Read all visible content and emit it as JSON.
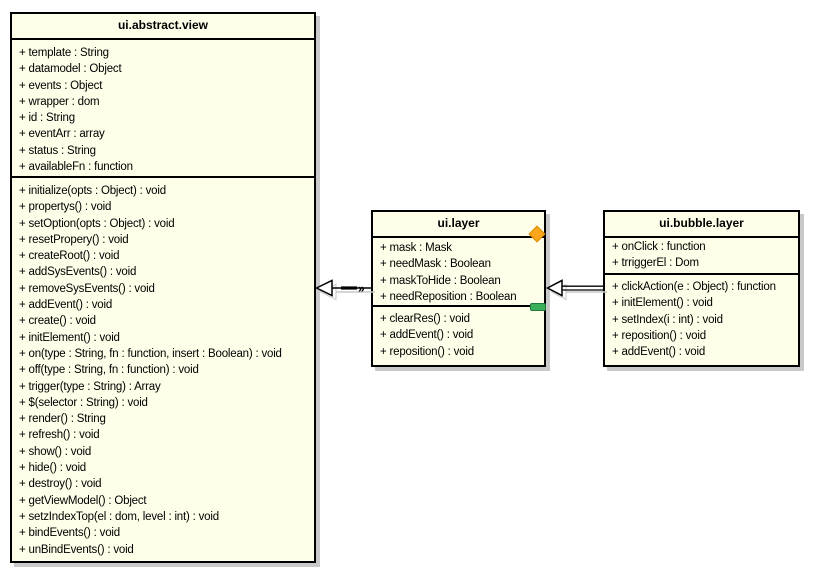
{
  "diagram": {
    "type": "uml-class-diagram",
    "colors": {
      "box_fill": "#fefee9",
      "box_border": "#000000",
      "shadow": "#c9c9c9",
      "diamond_marker": "#faa61a",
      "pill_marker": "#3bae5a",
      "text": "#000000"
    },
    "classes": [
      {
        "name": "ui.abstract.view",
        "attributes": [
          "+ template : String",
          "+ datamodel : Object",
          "+ events : Object",
          "+ wrapper : dom",
          "+ id : String",
          "+ eventArr : array",
          "+ status : String",
          "+ availableFn : function"
        ],
        "methods": [
          "+ initialize(opts : Object) : void",
          "+ propertys() : void",
          "+ setOption(opts : Object) : void",
          "+ resetPropery() : void",
          "+ createRoot() : void",
          "+ addSysEvents() : void",
          "+ removeSysEvents() : void",
          "+ addEvent() : void",
          "+ create() : void",
          "+ initElement() : void",
          "+ on(type : String, fn : function, insert : Boolean) : void",
          "+ off(type : String, fn : function) : void",
          "+ trigger(type : String) : Array",
          "+ $(selector : String) : void",
          "+ render() : String",
          "+ refresh() : void",
          "+ show() : void",
          "+ hide() : void",
          "+ destroy() : void",
          "+ getViewModel() : Object",
          "+ setzIndexTop(el : dom, level : int) : void",
          "+ bindEvents() : void",
          "+ unBindEvents() : void"
        ]
      },
      {
        "name": "ui.layer",
        "attributes": [
          "+ mask : Mask",
          "+ needMask : Boolean",
          "+ maskToHide : Boolean",
          "+ needReposition : Boolean"
        ],
        "methods": [
          "+ clearRes() : void",
          "+ addEvent() : void",
          "+ reposition() : void"
        ],
        "markers": [
          "orange-diamond",
          "green-pill"
        ]
      },
      {
        "name": "ui.bubble.layer",
        "attributes": [
          "+ onClick : function",
          "+ trriggerEl : Dom"
        ],
        "methods": [
          "+ clickAction(e : Object) : function",
          "+ initElement() : void",
          "+ setIndex(i : int) : void",
          "+ reposition() : void",
          "+ addEvent() : void"
        ]
      }
    ],
    "connectors": [
      {
        "from": "ui.layer",
        "to": "ui.abstract.view",
        "type": "generalization",
        "decoration": "»"
      },
      {
        "from": "ui.bubble.layer",
        "to": "ui.layer",
        "type": "generalization",
        "decoration": ""
      }
    ]
  }
}
